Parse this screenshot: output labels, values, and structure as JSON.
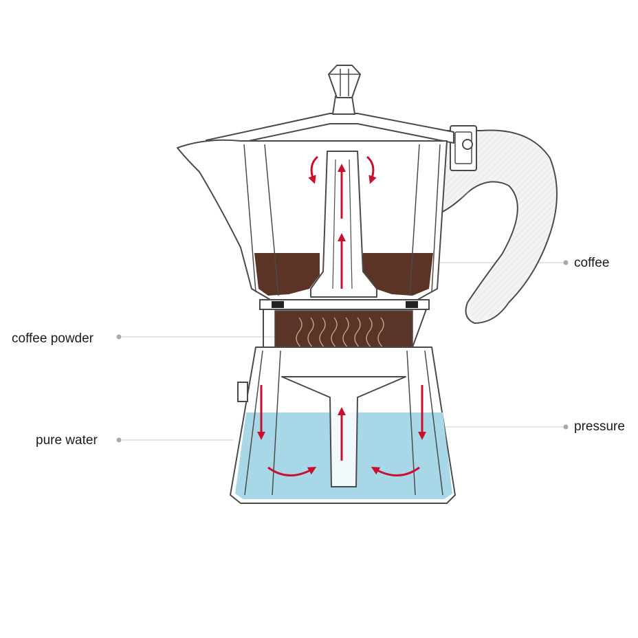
{
  "labels": {
    "coffee": "coffee",
    "coffee_powder": "coffee powder",
    "pure_water": "pure water",
    "pressure": "pressure"
  },
  "colors": {
    "outline": "#4a4a4a",
    "coffee": "#5b3426",
    "coffee_powder": "#5a3527",
    "water": "#a8d7e8",
    "arrow": "#c8102e",
    "leader_line": "#cccccc",
    "leader_dot": "#aaaaaa",
    "handle_fill": "#f3f3f3"
  },
  "icons": {
    "flow_arrows": "arrow-icon"
  }
}
